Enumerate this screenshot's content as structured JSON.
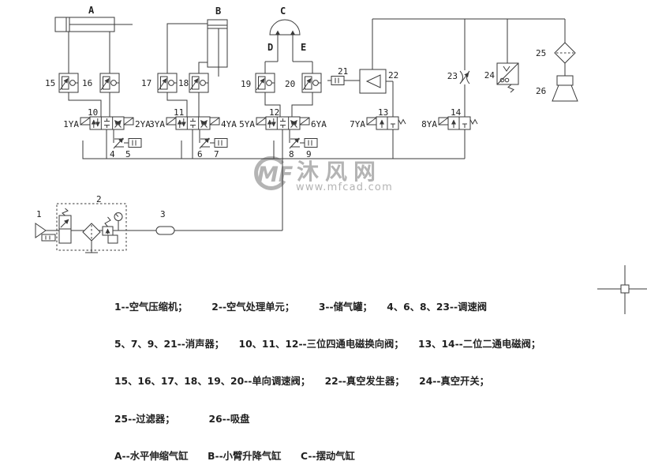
{
  "colors": {
    "line": "#3a3a3a",
    "label": "#1f1f1f",
    "watermark": "#b4b4b4"
  },
  "watermark": {
    "logo": "MF",
    "name": "沐风网",
    "url": "www.mfcad.com"
  },
  "cylinders": {
    "a": "A",
    "b": "B",
    "c": "C",
    "port_d": "D",
    "port_e": "E"
  },
  "numbers": {
    "n1": "1",
    "n2": "2",
    "n3": "3",
    "n4": "4",
    "n5": "5",
    "n6": "6",
    "n7": "7",
    "n8": "8",
    "n9": "9",
    "n10": "10",
    "n11": "11",
    "n12": "12",
    "n13": "13",
    "n14": "14",
    "n15": "15",
    "n16": "16",
    "n17": "17",
    "n18": "18",
    "n19": "19",
    "n20": "20",
    "n21": "21",
    "n22": "22",
    "n23": "23",
    "n24": "24",
    "n25": "25",
    "n26": "26"
  },
  "solenoids": {
    "ya1": "1YA",
    "ya2": "2YA",
    "ya3": "3YA",
    "ya4": "4YA",
    "ya5": "5YA",
    "ya6": "6YA",
    "ya7": "7YA",
    "ya8": "8YA"
  },
  "legend": {
    "line1": "1--空气压缩机；　　　2--空气处理单元；　　　3--储气罐；　　4、6、8、23--调速阀",
    "line2": "5、7、9、21--消声器；　　10、11、12--三位四通电磁换向阀；　　13、14--二位二通电磁阀；",
    "line3": "15、16、17、18、19、20--单向调速阀；　　22--真空发生器；　　24--真空开关；",
    "line4": "25--过滤器；　　　　26--吸盘",
    "line5": "A--水平伸缩气缸　　B--小臂升降气缸　　C--摆动气缸"
  }
}
